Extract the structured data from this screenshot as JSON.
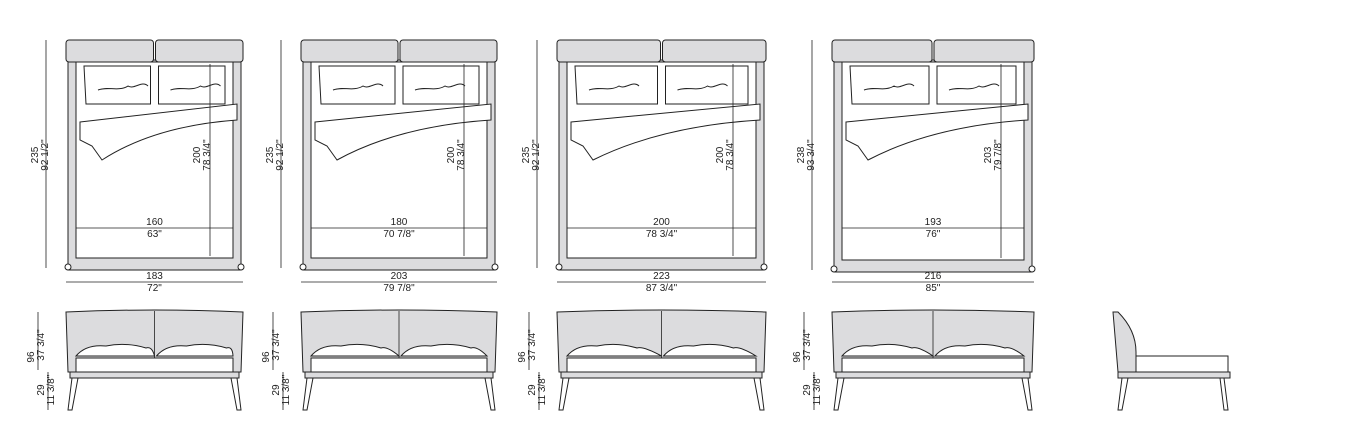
{
  "colors": {
    "upholstery": "#dcdcde",
    "line": "#222222"
  },
  "beds": [
    {
      "overall_length_cm": "235",
      "overall_length_in": "92 1/2\"",
      "mattress_length_cm": "200",
      "mattress_length_in": "78 3/4\"",
      "mattress_width_cm": "160",
      "mattress_width_in": "63\"",
      "overall_width_cm": "183",
      "overall_width_in": "72\"",
      "height_cm": "96",
      "height_in": "37 3/4\"",
      "base_height_cm": "29",
      "base_height_in": "11 3/8\""
    },
    {
      "overall_length_cm": "235",
      "overall_length_in": "92 1/2\"",
      "mattress_length_cm": "200",
      "mattress_length_in": "78 3/4\"",
      "mattress_width_cm": "180",
      "mattress_width_in": "70 7/8\"",
      "overall_width_cm": "203",
      "overall_width_in": "79 7/8\"",
      "height_cm": "96",
      "height_in": "37 3/4\"",
      "base_height_cm": "29",
      "base_height_in": "11 3/8\""
    },
    {
      "overall_length_cm": "235",
      "overall_length_in": "92 1/2\"",
      "mattress_length_cm": "200",
      "mattress_length_in": "78 3/4\"",
      "mattress_width_cm": "200",
      "mattress_width_in": "78 3/4\"",
      "overall_width_cm": "223",
      "overall_width_in": "87 3/4\"",
      "height_cm": "96",
      "height_in": "37 3/4\"",
      "base_height_cm": "29",
      "base_height_in": "11 3/8\""
    },
    {
      "overall_length_cm": "238",
      "overall_length_in": "93 3/4\"",
      "mattress_length_cm": "203",
      "mattress_length_in": "79 7/8\"",
      "mattress_width_cm": "193",
      "mattress_width_in": "76\"",
      "overall_width_cm": "216",
      "overall_width_in": "85\"",
      "height_cm": "96",
      "height_in": "37 3/4\"",
      "base_height_cm": "29",
      "base_height_in": "11 3/8\""
    }
  ]
}
